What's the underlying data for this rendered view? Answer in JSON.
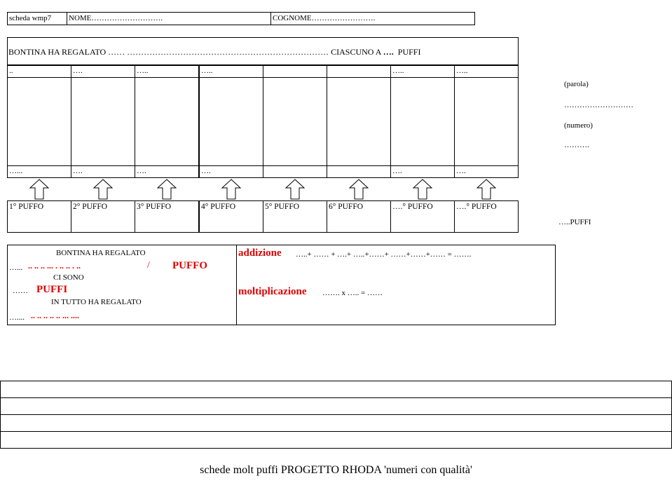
{
  "header": {
    "scheda": "scheda wmp7",
    "nome": "NOME……………………….",
    "cognome": "COGNOME……………………."
  },
  "gift_row": {
    "part1": "BONTINA HA REGALATO …… ……………………………………………………………… CIASCUNO A ",
    "dots": "….",
    "part2": "PUFFI"
  },
  "top_labels": [
    "..",
    "….",
    "…..",
    "…..",
    "",
    "",
    "…..",
    "….."
  ],
  "bottom_labels": [
    "…...",
    "….",
    "….",
    "….",
    "",
    "",
    "….",
    "…."
  ],
  "puffo_labels": [
    "1° PUFFO",
    "2° PUFFO",
    "3° PUFFO",
    "4° PUFFO",
    "5° PUFFO",
    "6° PUFFO",
    "….° PUFFO",
    "….° PUFFO"
  ],
  "side": {
    "parola": "(parola)",
    "parola_dots": "………………………",
    "numero": "(numero)",
    "numero_dots": "……….",
    "puffi": "…..PUFFI"
  },
  "summary_left": {
    "line1": "BONTINA HA REGALATO",
    "line2_dots": "…...",
    "line2_red_dots": ".. .. .. ... . .. .. . ..",
    "slash": "/",
    "puffo": "PUFFO",
    "line3": "CI SONO",
    "line4_dots": "……",
    "puffi": "PUFFI",
    "line5": "IN TUTTO HA REGALATO",
    "line6_dots": "…....",
    "line6_red_dots": ".. .. .. .. .. ... ...."
  },
  "summary_right": {
    "addizione": "addizione",
    "addizione_expr": "…..+ …… + ….+ …..+……+ ……+……+…… = …….",
    "moltiplicazione": "moltiplicazione",
    "molt_expr": "……. x ….. = ……"
  },
  "footer": "schede molt puffi PROGETTO RHODA 'numeri con qualità'"
}
